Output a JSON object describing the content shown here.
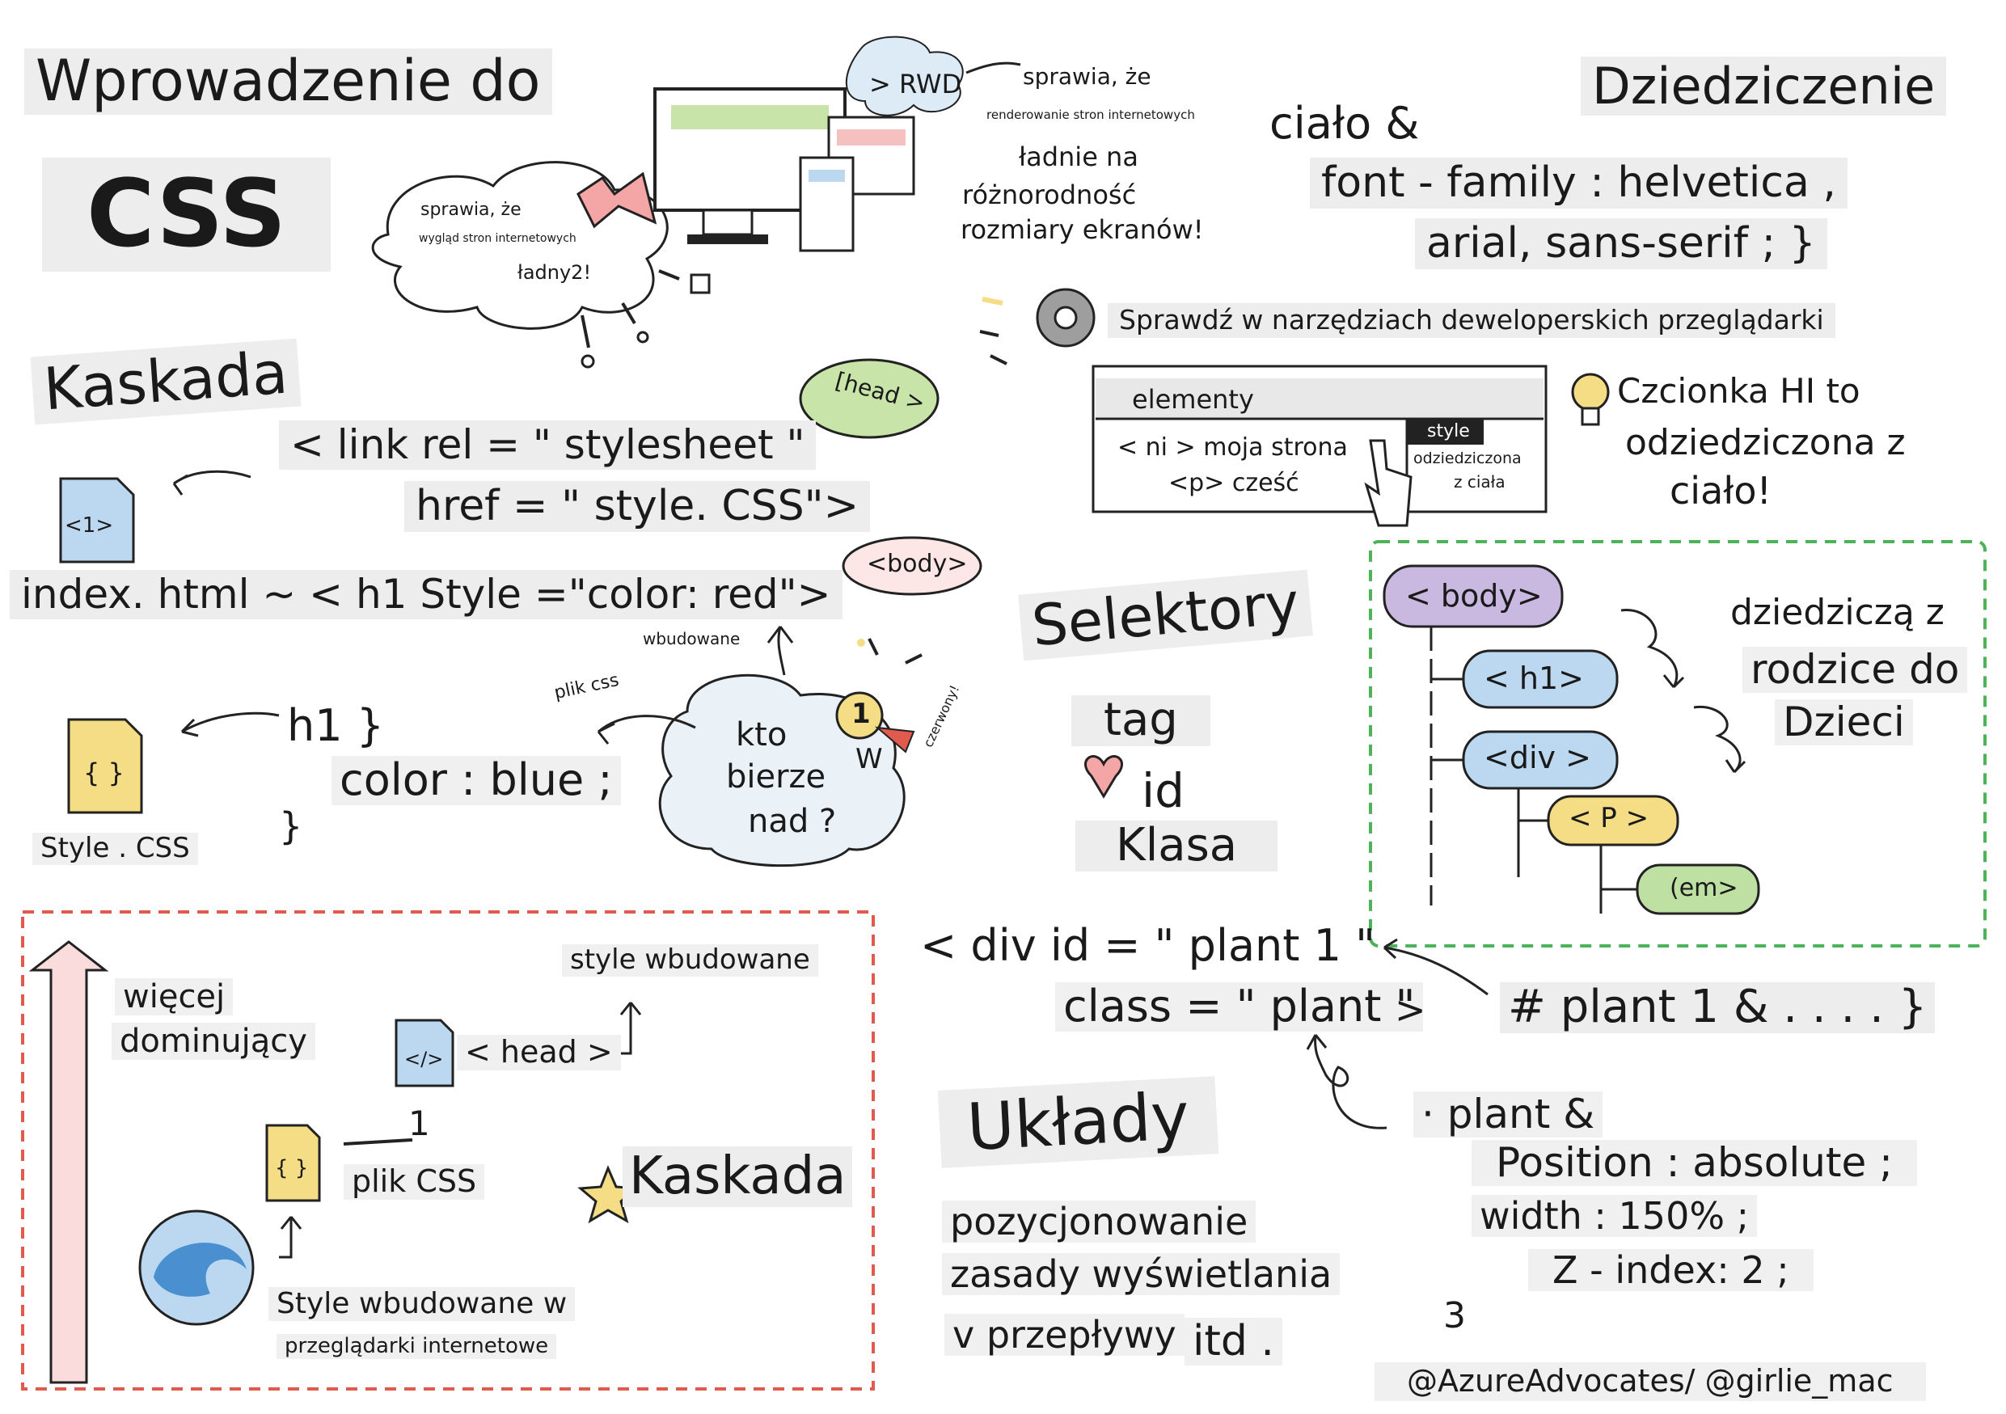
{
  "title": {
    "line1": "Wprowadzenie do",
    "line2": "CSS"
  },
  "cloud_left": {
    "l1": "sprawia, że",
    "l2": "wygląd stron internetowych",
    "l3": "ładny2!"
  },
  "rwd": {
    "bubble": "> RWD",
    "l1": "sprawia, że",
    "l2": "renderowanie stron internetowych",
    "l3": "ładnie na",
    "l4": "różnorodność",
    "l5": "rozmiary ekranów!"
  },
  "inheritance": {
    "title": "Dziedziczenie",
    "code1": "ciało &",
    "code2": "font - family : helvetica ,",
    "code3": "arial, sans-serif ; }",
    "devtools_hint": "Sprawdź w narzędziach deweloperskich przeglądarki",
    "devtools": {
      "tab": "elementy",
      "row1": "< ni > moja strona",
      "row2": "<p> cześć",
      "style_tab": "style",
      "inherited1": "odziedziczona",
      "inherited2": "z ciała"
    },
    "tip1": "Czcionka HI to",
    "tip2": "odziedziczona z",
    "tip3": "ciało!"
  },
  "cascade": {
    "title": "Kaskada",
    "link1": "< link rel = \" stylesheet \"",
    "link2": "href = \" style. CSS\">",
    "head_bubble": "[head >",
    "file1_label": "<1>",
    "inline": "index. html ~ < h1 Style =\"color: red\">",
    "body_bubble": "<body>",
    "builtin_small": "wbudowane",
    "css_file_small": "plik css",
    "cloud1": "kto",
    "cloud2": "bierze",
    "cloud3": "nad ?",
    "medal": "1",
    "w": "W",
    "red_note": "czerwony!",
    "css1": "h1 }",
    "css2": "color : blue ;",
    "css3": "}",
    "file2_label": "{ }",
    "file2_name": "Style . CSS"
  },
  "hierarchy": {
    "more1": "więcej",
    "more2": "dominujący",
    "inline_styles": "style wbudowane",
    "head": "< head >",
    "file_icon": "</>",
    "one": "1",
    "css_file": "plik CSS",
    "file_icon2": "{ }",
    "cascade": "Kaskada",
    "browser1": "Style wbudowane w",
    "browser2": "przeglądarki internetowe"
  },
  "selectors": {
    "title": "Selektory",
    "tag": "tag",
    "id": "id",
    "class": "Klasa",
    "tree": {
      "body": "< body>",
      "h1": "< h1>",
      "div": "<div >",
      "p": "< P >",
      "em": "(em>"
    },
    "inherit1": "dziedziczą z",
    "inherit2": "rodzice do",
    "inherit3": "Dzieci",
    "div1": "< div id = \" plant 1 \"",
    "div2": "class = \" plant \"",
    "div3": ">",
    "idsel": "# plant 1 & . . . . }"
  },
  "layouts": {
    "title": "Układy",
    "l1": "pozycjonowanie",
    "l2": "zasady wyświetlania",
    "l3": "v przepływy",
    "l4": "itd .",
    "c1": "· plant &",
    "c2": "Position : absolute ;",
    "c3": "width : 150% ;",
    "c4": "Z - index: 2 ;",
    "c5": "3"
  },
  "credit": "@AzureAdvocates/ @girlie_mac",
  "colors": {
    "red_box": "#e05a4e",
    "green_box": "#4db35a",
    "purple": "#c9b8e0",
    "blue": "#bcd8f0",
    "yellow": "#f5dd86",
    "green": "#bfe0a3"
  }
}
